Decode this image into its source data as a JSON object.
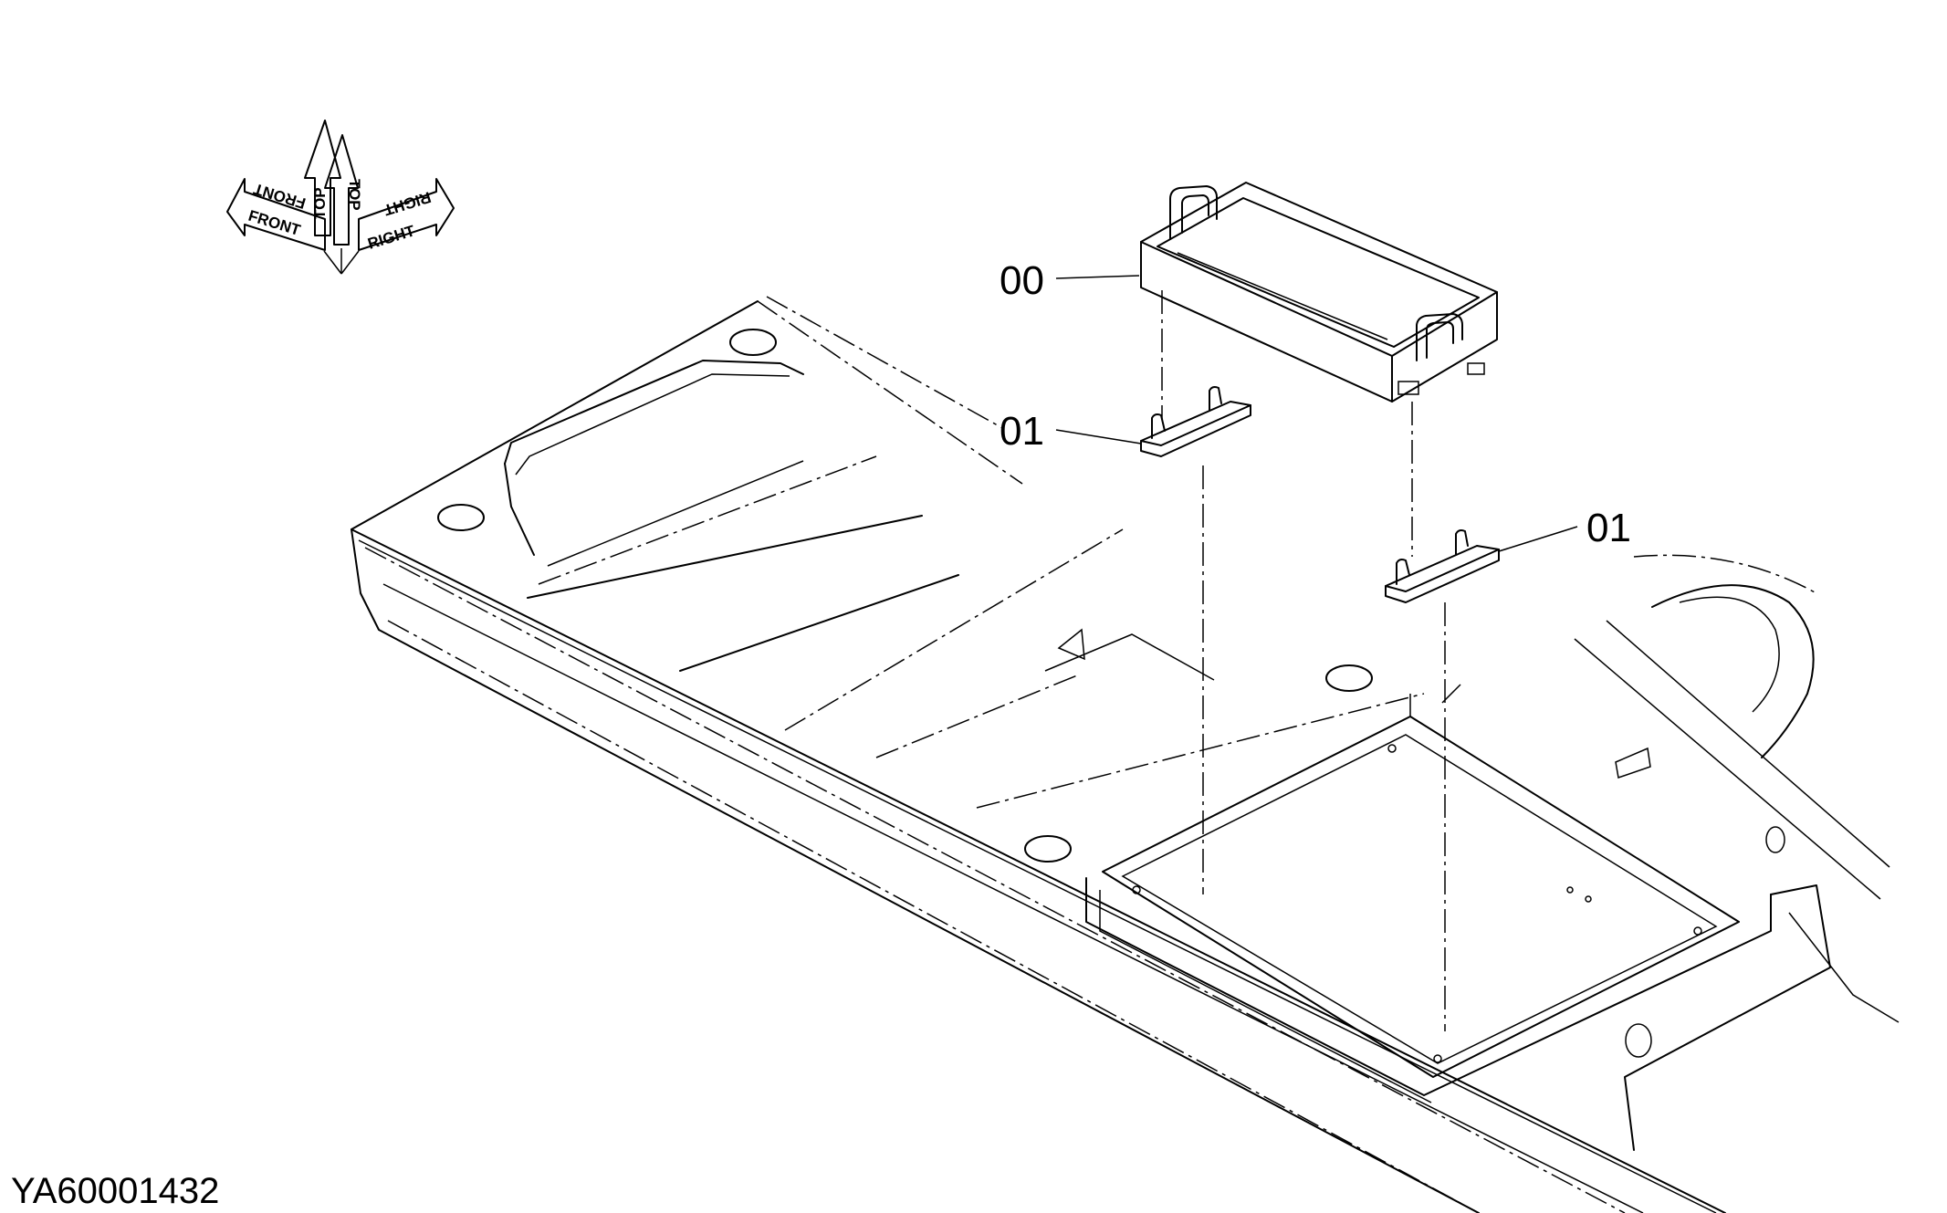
{
  "diagram": {
    "document_id": "YA60001432",
    "orientation_labels": {
      "front": "FRONT",
      "front_mirrored": "FRONT",
      "top": "TOP",
      "top_mirrored": "TOP",
      "right": "RIGHT",
      "right_mirrored": "RIGHT"
    },
    "callouts": [
      {
        "id": "callout-00",
        "label": "00",
        "part": "tray"
      },
      {
        "id": "callout-01-a",
        "label": "01",
        "part": "bracket"
      },
      {
        "id": "callout-01-b",
        "label": "01",
        "part": "bracket"
      }
    ]
  }
}
